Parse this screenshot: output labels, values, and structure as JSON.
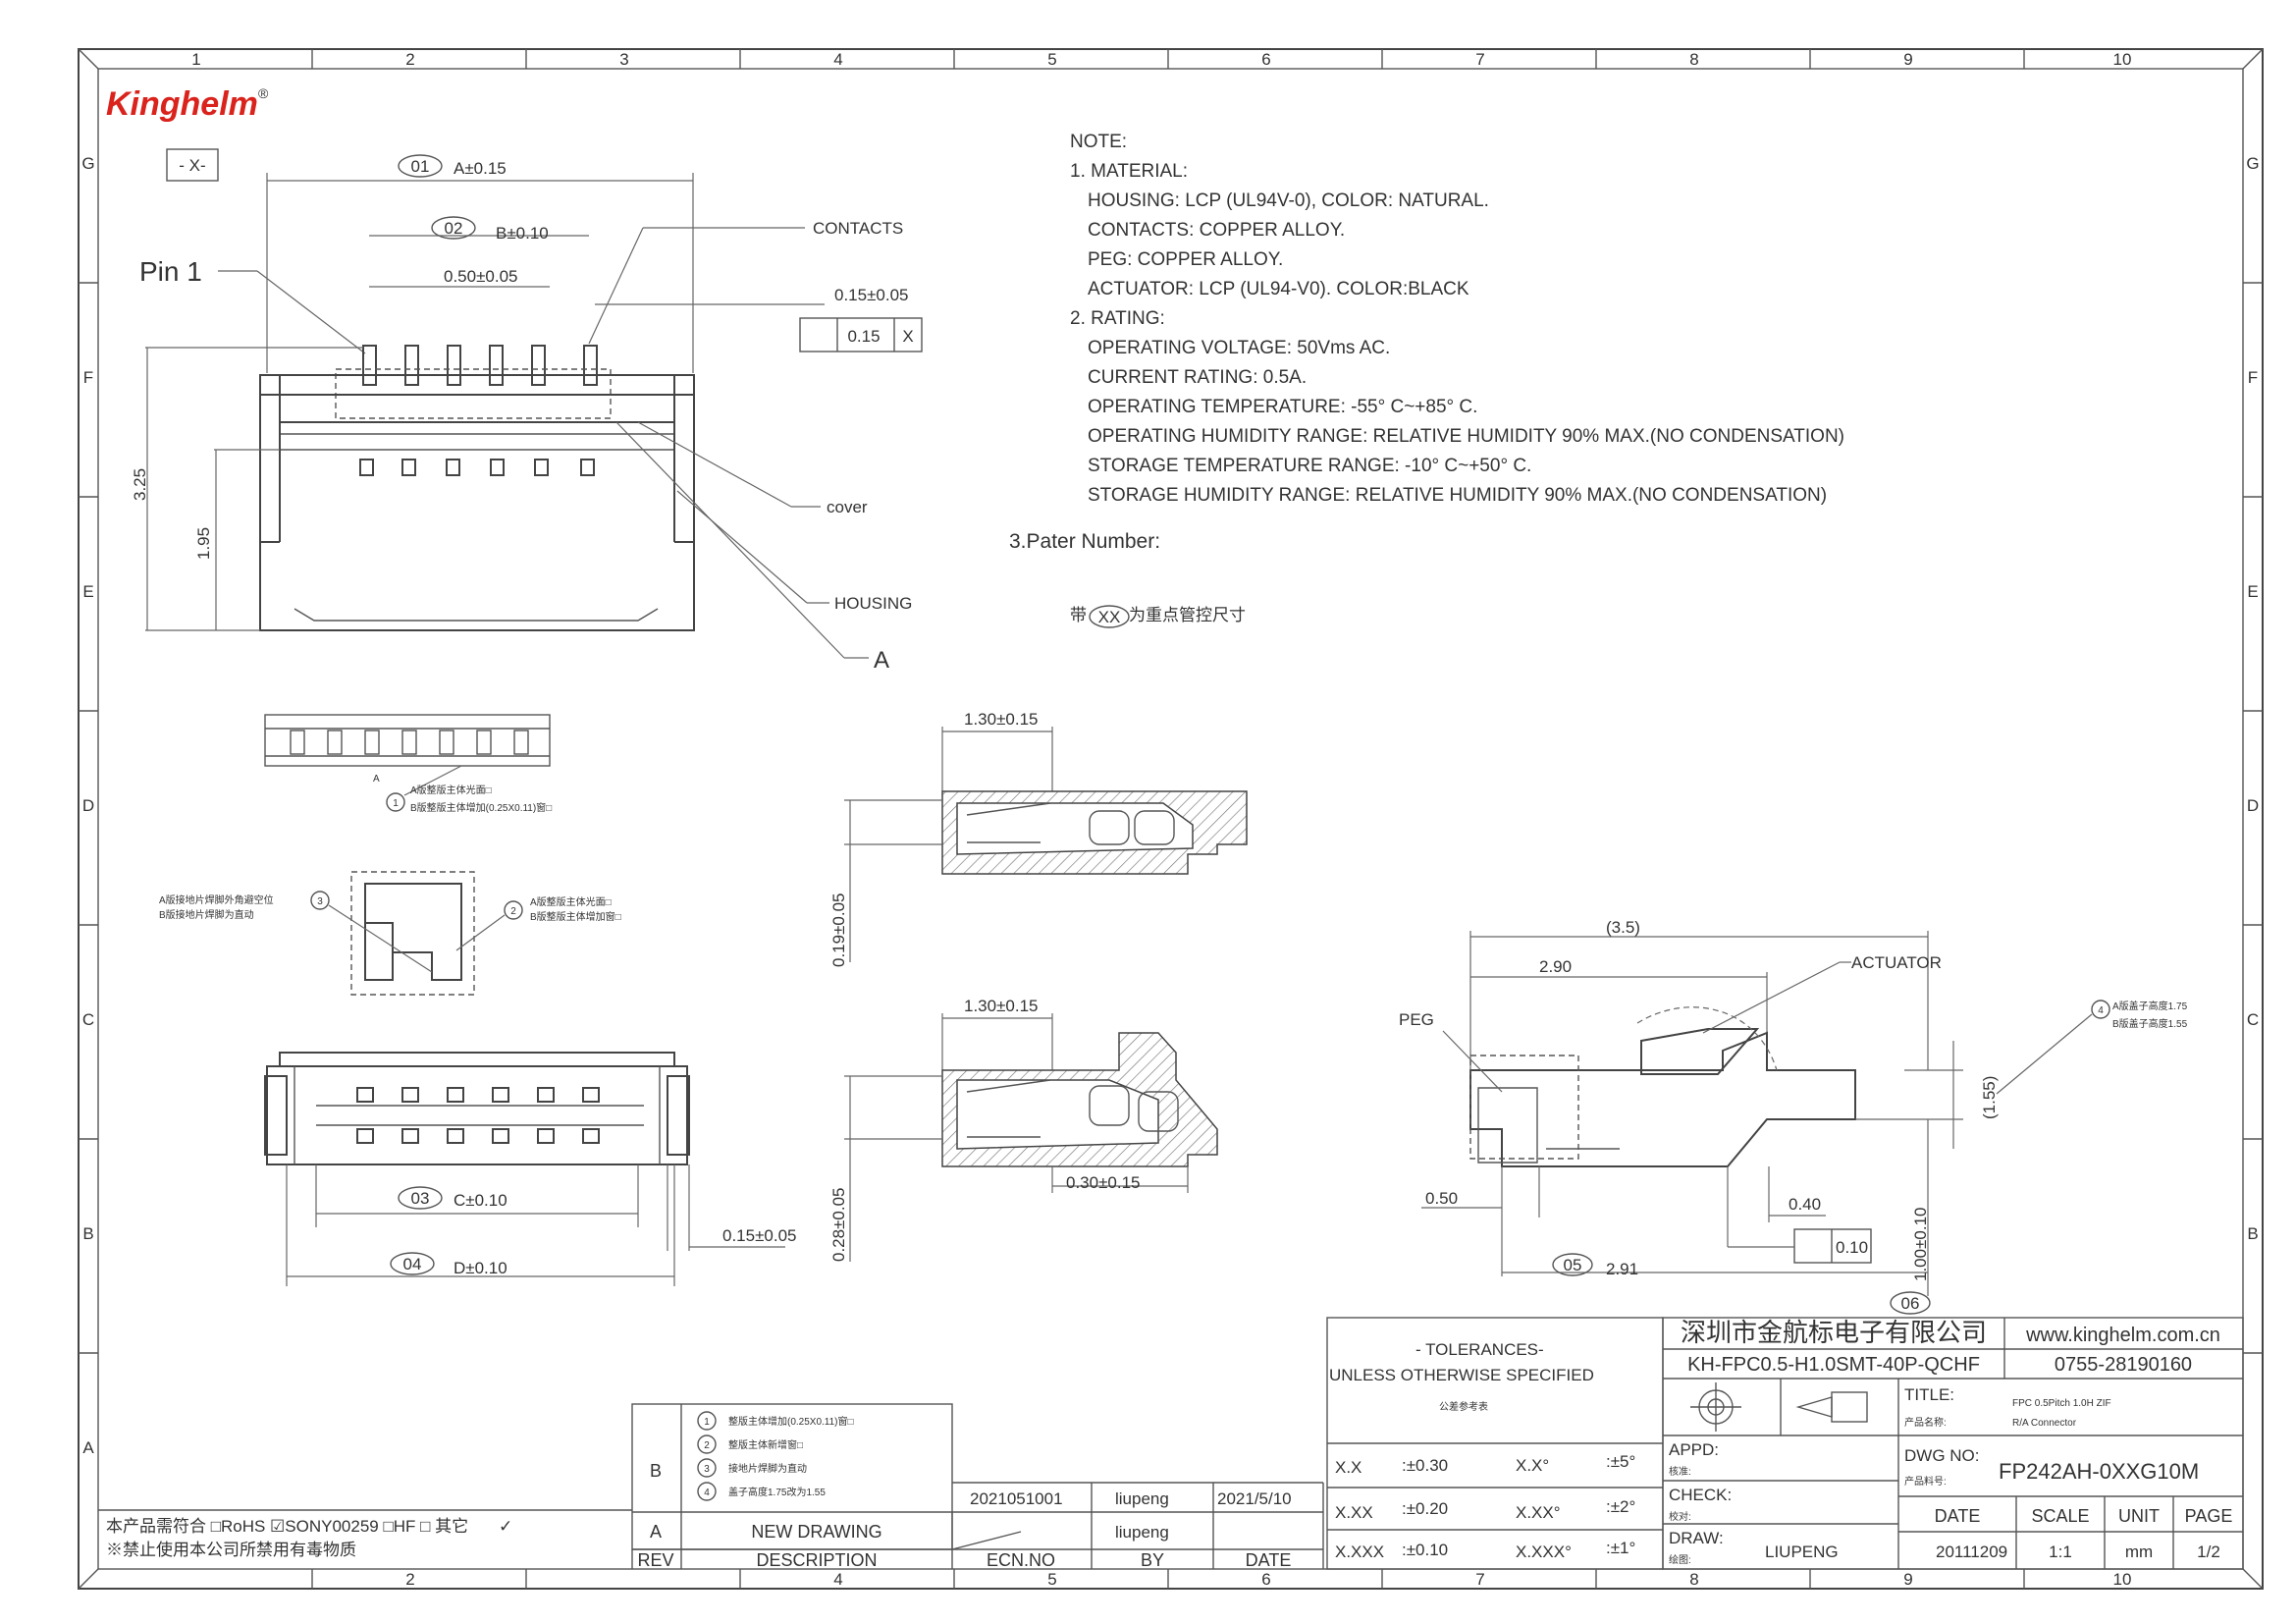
{
  "brand": {
    "logo": "Kinghelm",
    "logo_mark": "®"
  },
  "grid": {
    "cols": [
      "1",
      "2",
      "3",
      "4",
      "5",
      "6",
      "7",
      "8",
      "9",
      "10"
    ],
    "rows": [
      "G",
      "F",
      "E",
      "D",
      "C",
      "B",
      "A"
    ]
  },
  "view_top": {
    "tag_x": "- X-",
    "dim01_bubble": "01",
    "dim01": "A±0.15",
    "dim02_bubble": "02",
    "dim02": "B±0.10",
    "pitch": "0.50±0.05",
    "contact_w": "0.15±0.05",
    "fcf_val": "0.15",
    "fcf_ref": "X",
    "pin1": "Pin 1",
    "h_total": "3.25",
    "h_inner": "1.95",
    "lbl_contacts": "CONTACTS",
    "lbl_cover": "cover",
    "lbl_housing": "HOUSING",
    "lbl_a": "A"
  },
  "notes": {
    "heading": "NOTE:",
    "lines": [
      "1. MATERIAL:",
      "HOUSING: LCP (UL94V-0), COLOR: NATURAL.",
      "CONTACTS: COPPER ALLOY.",
      "PEG: COPPER ALLOY.",
      "ACTUATOR: LCP  (UL94-V0). COLOR:BLACK",
      "2. RATING:",
      "OPERATING VOLTAGE: 50Vms AC.",
      "CURRENT RATING: 0.5A.",
      "OPERATING TEMPERATURE: -55° C~+85° C.",
      "OPERATING HUMIDITY RANGE: RELATIVE HUMIDITY 90% MAX.(NO CONDENSATION)",
      "STORAGE TEMPERATURE RANGE: -10° C~+50° C.",
      "STORAGE HUMIDITY RANGE: RELATIVE HUMIDITY 90% MAX.(NO CONDENSATION)"
    ],
    "part_number": "3.Pater Number:",
    "key_dim_pre": "带",
    "key_dim_bubble": "XX",
    "key_dim_post": "为重点管控尺寸"
  },
  "detail_small": {
    "lbl_a": "A",
    "n1": "1",
    "n1_l1": "A版整版主体光面□",
    "n1_l2": "B版整版主体增加(0.25X0.11)窗□",
    "left_l1": "A版接地片焊脚外角避空位",
    "left_l2": "B版接地片焊脚为直动",
    "n3": "3",
    "n2": "2",
    "n2_l1": "A版整版主体光面□",
    "n2_l2": "B版整版主体增加窗□"
  },
  "view_bottom": {
    "dim03_bubble": "03",
    "dim03": "C±0.10",
    "dim04_bubble": "04",
    "dim04": "D±0.10",
    "peg_w": "0.15±0.05"
  },
  "section_views": {
    "s1_width": "1.30±0.15",
    "s1_height": "0.19±0.05",
    "s2_width": "1.30±0.15",
    "s2_height": "0.28±0.05",
    "s2_bottom": "0.30±0.15"
  },
  "side_view": {
    "overall": "(3.5)",
    "width": "2.90",
    "lbl_actuator": "ACTUATOR",
    "lbl_peg": "PEG",
    "height": "(1.55)",
    "n4": "4",
    "n4_l1": "A版盖子高度1.75",
    "n4_l2": "B版盖子高度1.55",
    "left_off": "0.50",
    "tail": "0.40",
    "flat": "0.10",
    "dim05_bubble": "05",
    "dim05": "2.91",
    "dim06_height": "1.00±0.10",
    "dim06_bubble": "06"
  },
  "revisions": {
    "b_items": [
      {
        "n": "1",
        "text": "整版主体增加(0.25X0.11)窗□"
      },
      {
        "n": "2",
        "text": "整版主体新增窗□"
      },
      {
        "n": "3",
        "text": "接地片焊脚为直动"
      },
      {
        "n": "4",
        "text": "盖子高度1.75改为1.55"
      }
    ],
    "b_rev": "B",
    "b_ecn": "2021051001",
    "b_by": "liupeng",
    "b_date": "2021/5/10",
    "a_rev": "A",
    "a_desc": "NEW DRAWING",
    "a_by": "liupeng",
    "h_rev": "REV",
    "h_desc": "DESCRIPTION",
    "h_ecn": "ECN.NO",
    "h_by": "BY",
    "h_date": "DATE"
  },
  "compliance": {
    "line1": "本产品需符合 □RoHS ☑SONY00259 □HF □ 其它",
    "check": "✓",
    "line2": "※禁止使用本公司所禁用有毒物质"
  },
  "tolerances": {
    "title": "- TOLERANCES-",
    "subtitle": "UNLESS OTHERWISE SPECIFIED",
    "cn": "公差参考表",
    "rows": [
      {
        "f": "X.X",
        "v": ":±0.30",
        "a": "X.X°",
        "av": ":±5°"
      },
      {
        "f": "X.XX",
        "v": ":±0.20",
        "a": "X.XX°",
        "av": ":±2°"
      },
      {
        "f": "X.XXX",
        "v": ":±0.10",
        "a": "X.XXX°",
        "av": ":±1°"
      }
    ]
  },
  "title_block": {
    "company": "深圳市金航标电子有限公司",
    "website": "www.kinghelm.com.cn",
    "model": "KH-FPC0.5-H1.0SMT-40P-QCHF",
    "phone": "0755-28190160",
    "title_lbl": "TITLE:",
    "title_cn": "产品名称:",
    "title_l1": "FPC 0.5Pitch 1.0H  ZIF",
    "title_l2": "R/A Connector",
    "appd": "APPD:",
    "appd_cn": "核准:",
    "check": "CHECK:",
    "check_cn": "校对:",
    "draw": "DRAW:",
    "draw_cn": "绘图:",
    "draw_by": "LIUPENG",
    "dwg_lbl": "DWG NO:",
    "dwg_cn": "产品料号:",
    "dwg_no": "FP242AH-0XXG10M",
    "h_date": "DATE",
    "h_scale": "SCALE",
    "h_unit": "UNIT",
    "h_page": "PAGE",
    "date": "20111209",
    "scale": "1:1",
    "unit": "mm",
    "page": "1/2"
  }
}
